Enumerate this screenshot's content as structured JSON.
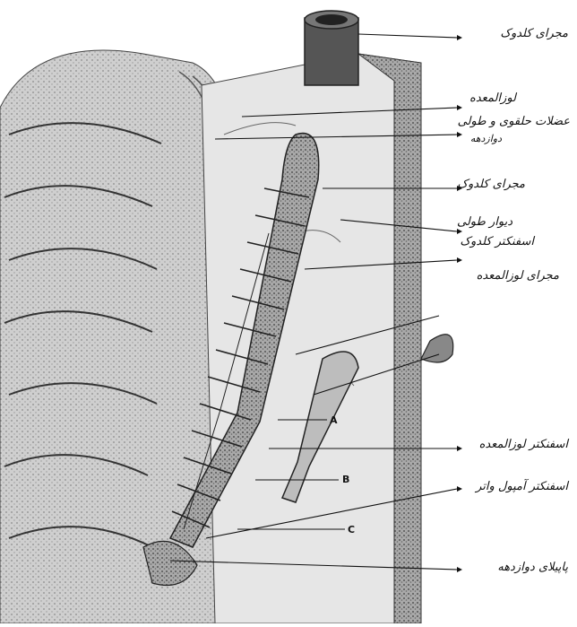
{
  "labels": [
    {
      "id": "common-bile-duct-top",
      "text": "مجرای کلدوک"
    },
    {
      "id": "pancreas",
      "text": "لوزالمعده"
    },
    {
      "id": "duodenal-muscles",
      "text": "عضلات حلقوی و طولی"
    },
    {
      "id": "duodenum",
      "text": "دوازدهه"
    },
    {
      "id": "common-bile-duct-mid",
      "text": "مجرای کلدوک"
    },
    {
      "id": "longitudinal-wall",
      "text": "دیوار طولی"
    },
    {
      "id": "bile-sphincter",
      "text": "اسفنکتر کلدوک"
    },
    {
      "id": "pancreatic-duct",
      "text": "مجرای لوزالمعده"
    },
    {
      "id": "pancreatic-sphincter",
      "text": "اسفنکتر لوزالمعده"
    },
    {
      "id": "ampulla-sphincter",
      "text": "اسفنکتر آمپول واتر"
    },
    {
      "id": "duodenal-papilla",
      "text": "پاپیلای دوازدهه"
    }
  ],
  "letters": [
    "A",
    "B",
    "C"
  ],
  "colors": {
    "ink": "#111111",
    "tissue_light": "#d9d9d9",
    "tissue_mid": "#a8a8a8",
    "tissue_dark": "#6a6a6a"
  }
}
